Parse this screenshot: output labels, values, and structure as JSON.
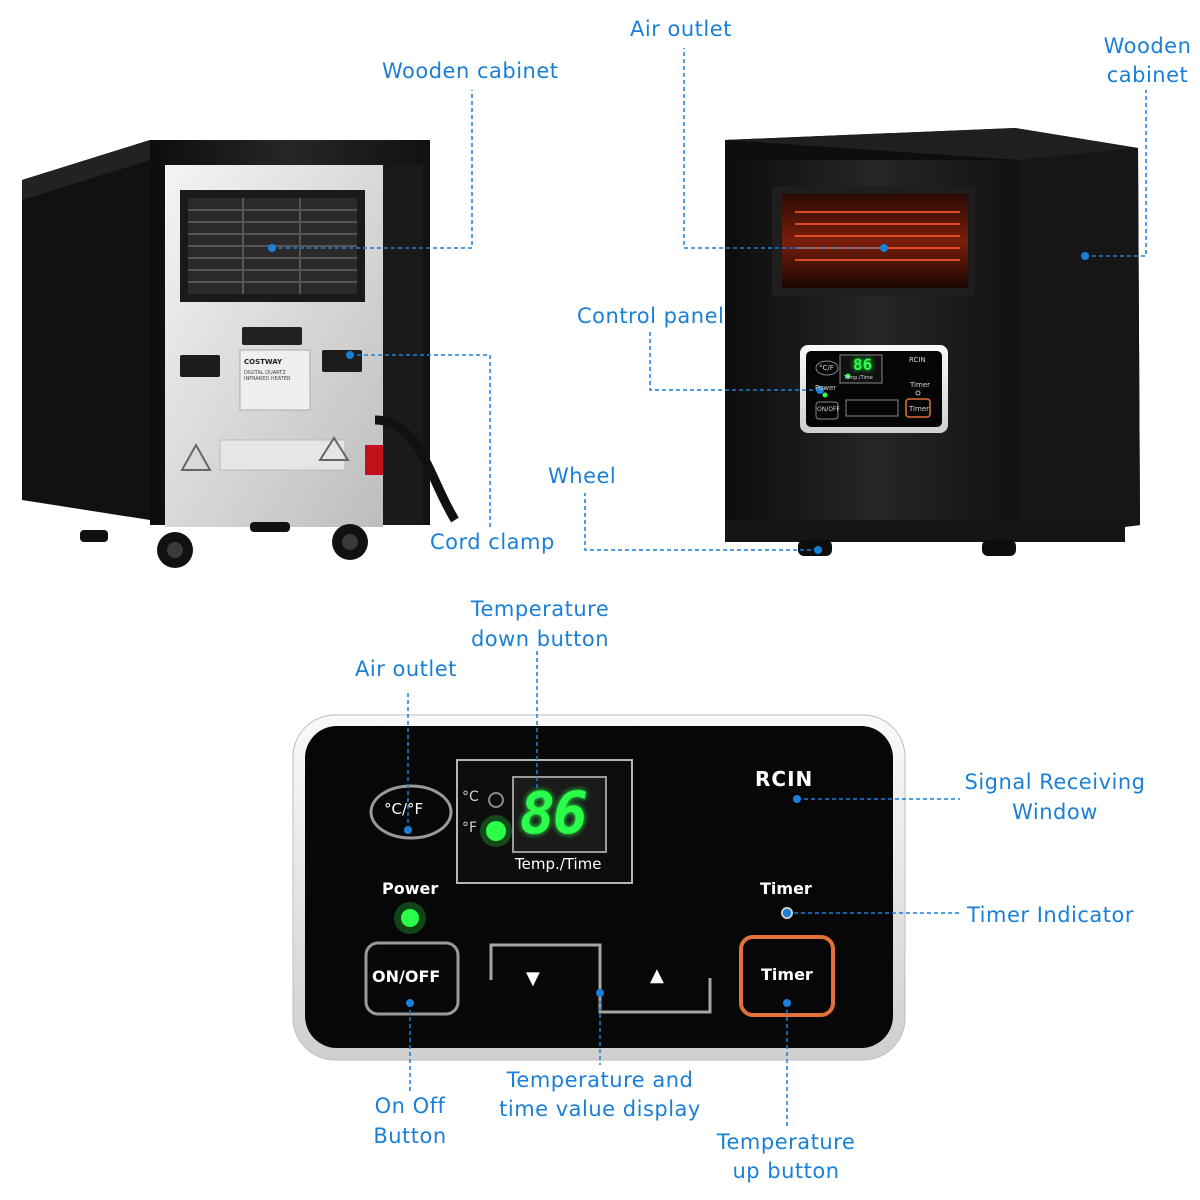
{
  "callouts": {
    "wooden_cabinet_rear": "Wooden cabinet",
    "air_outlet_top": "Air outlet",
    "wooden_cabinet_side_line1": "Wooden",
    "wooden_cabinet_side_line2": "cabinet",
    "control_panel": "Control panel",
    "wheel": "Wheel",
    "cord_clamp": "Cord clamp",
    "temp_down_line1": "Temperature",
    "temp_down_line2": "down button",
    "air_outlet_panel": "Air outlet",
    "signal_line1": "Signal Receiving",
    "signal_line2": "Window",
    "timer_indicator": "Timer Indicator",
    "temp_display_line1": "Temperature and",
    "temp_display_line2": "time value display",
    "on_off_line1": "On Off",
    "on_off_line2": "Button",
    "temp_up_line1": "Temperature",
    "temp_up_line2": "up button"
  },
  "control_panel": {
    "unit_button": "°C/°F",
    "celsius": "°C",
    "fahrenheit": "°F",
    "display_value": "86",
    "display_caption": "Temp./Time",
    "rcin": "RCIN",
    "power_label": "Power",
    "on_off_button": "ON/OFF",
    "down_arrow": "▼",
    "up_arrow": "▲",
    "timer_label": "Timer",
    "timer_button": "Timer"
  },
  "mini_panel": {
    "unit_button": "°C/F",
    "display_value": "86",
    "display_caption": "Temp./Time",
    "rcin": "RCIN",
    "power_label": "Power",
    "on_off_button": "ON/OFF",
    "timer_label": "Timer",
    "timer_button": "Timer"
  },
  "rear_plate": {
    "brand": "COSTWAY",
    "product": "DIGITAL QUARTZ INFRARED HEATER"
  },
  "colors": {
    "callout": "#1a7fd6",
    "cabinet": "#1c1c1c",
    "panel_bg": "#0a0a0a",
    "led_green": "#2aff4a",
    "timer_orange": "#e4703a"
  }
}
